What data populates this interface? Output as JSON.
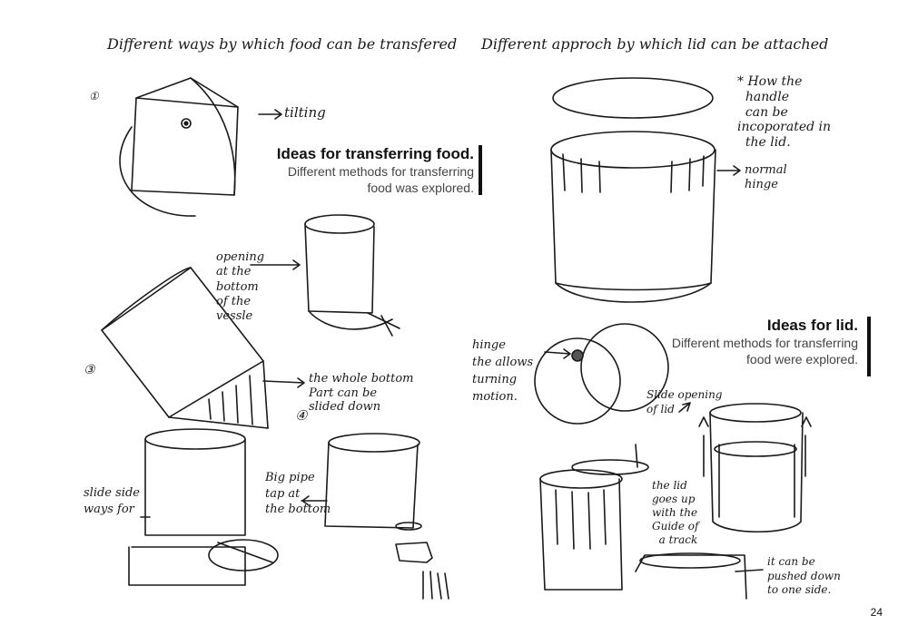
{
  "headers": {
    "left": "Different ways by which food can be transfered",
    "right": "Different approch by which lid can be attached"
  },
  "callouts": {
    "transfer": {
      "title": "Ideas for transferring food.",
      "desc": "Different methods for transferring\nfood was explored."
    },
    "lid": {
      "title": "Ideas for lid.",
      "desc": "Different methods for transferring\nfood were explored."
    }
  },
  "annotations": {
    "n1": "①",
    "tilting": "tilting",
    "opening": "opening\nat the\nbottom\nof the\nvessle",
    "n3": "③",
    "whole_bottom": "the whole bottom\nPart can be\nslided down",
    "n4": "④",
    "slide_side": "slide side\nways for",
    "big_pipe": "Big pipe\ntap at\nthe bottom",
    "handle": "* How the\n  handle\n  can be\nincoporated in\n  the lid.",
    "normal_hinge": "normal\nhinge",
    "hinge_allows": "hinge\nthe allows\nturning\nmotion.",
    "slide_opening": "Slide opening\nof lid",
    "lid_goes_up": "the lid\ngoes up\nwith the\nGuide of\n  a track",
    "pushed_down": "it can be\npushed down\nto one side."
  },
  "page_number": "24"
}
